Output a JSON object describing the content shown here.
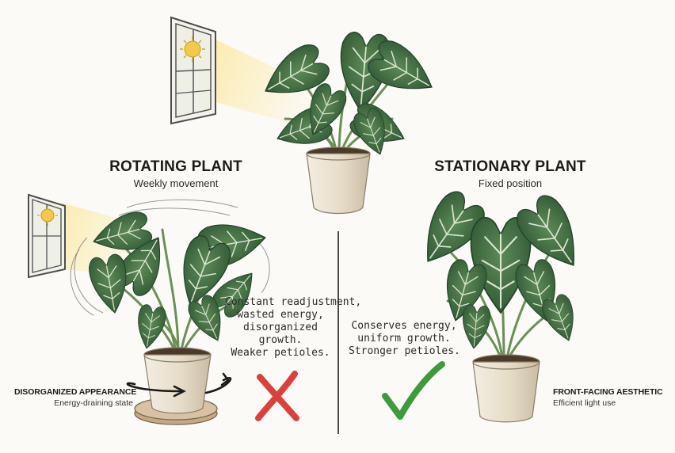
{
  "rotating": {
    "title": "ROTATING PLANT",
    "subtitle": "Weekly movement",
    "note_lines": [
      "Constant readjustment,",
      "wasted energy,",
      "disorganized",
      "growth.",
      "Weaker petioles."
    ],
    "caption_title": "DISORGANIZED APPEARANCE",
    "caption_sub": "Energy-draining state",
    "verdict_icon": "cross-mark-icon"
  },
  "stationary": {
    "title": "STATIONARY PLANT",
    "subtitle": "Fixed position",
    "note_lines": [
      "Conserves energy,",
      "uniform growth.",
      "Stronger petioles."
    ],
    "caption_title": "FRONT-FACING AESTHETIC",
    "caption_sub": "Efficient light use",
    "verdict_icon": "check-mark-icon"
  },
  "colors": {
    "background": "#fbfaf7",
    "leaf_dark": "#2f5a34",
    "leaf_mid": "#4f7d4c",
    "pot": "#e9e1d0",
    "sun": "#f2c94c",
    "cross": "#d9423c",
    "check": "#3e9a3a"
  }
}
